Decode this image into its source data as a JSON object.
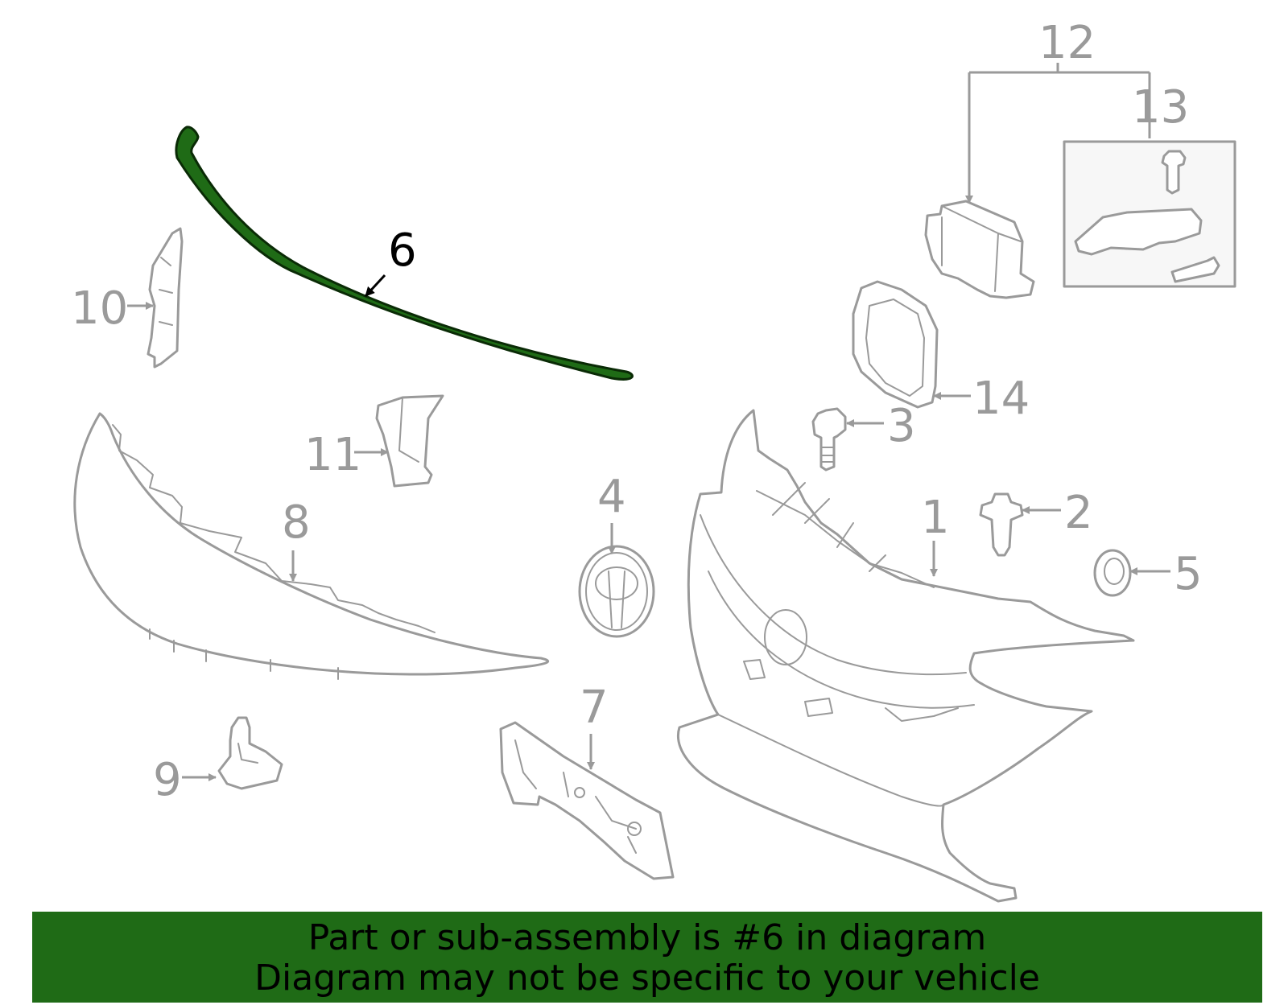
{
  "diagram": {
    "highlight_color": "#1f6b16",
    "line_color": "#9a9a9a",
    "callouts": [
      {
        "id": "1",
        "part": "bumper-cover"
      },
      {
        "id": "2",
        "part": "clip"
      },
      {
        "id": "3",
        "part": "bolt"
      },
      {
        "id": "4",
        "part": "emblem"
      },
      {
        "id": "5",
        "part": "grommet"
      },
      {
        "id": "6",
        "part": "molding-highlighted"
      },
      {
        "id": "7",
        "part": "license-bracket"
      },
      {
        "id": "8",
        "part": "grille-trim"
      },
      {
        "id": "9",
        "part": "bracket-clip"
      },
      {
        "id": "10",
        "part": "side-bracket"
      },
      {
        "id": "11",
        "part": "center-bracket"
      },
      {
        "id": "12",
        "part": "sensor-assembly"
      },
      {
        "id": "13",
        "part": "sensor-bracket-kit"
      },
      {
        "id": "14",
        "part": "sensor-frame"
      }
    ]
  },
  "footer": {
    "line1": "Part or sub-assembly is #6 in diagram",
    "line2": "Diagram may not be specific to your vehicle",
    "background": "#1f6b16"
  }
}
